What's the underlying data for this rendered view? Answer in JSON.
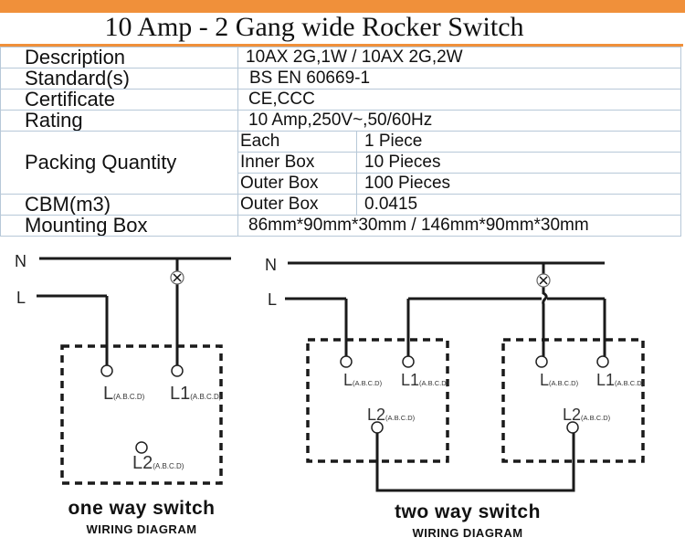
{
  "header": {
    "accent_color": "#f0903a",
    "title": "10 Amp - 2 Gang wide Rocker Switch"
  },
  "spec_table": {
    "description": {
      "label": "Description",
      "value": "10AX 2G,1W / 10AX 2G,2W"
    },
    "standards": {
      "label": "Standard(s)",
      "value": "BS EN 60669-1"
    },
    "certificate": {
      "label": "Certificate",
      "value": "CE,CCC"
    },
    "rating": {
      "label": "Rating",
      "value": "10 Amp,250V~,50/60Hz"
    },
    "packing": {
      "label": "Packing Quantity",
      "rows": [
        {
          "unit": "Each",
          "value": "1 Piece"
        },
        {
          "unit": "Inner Box",
          "value": "10 Pieces"
        },
        {
          "unit": "Outer Box",
          "value": "100 Pieces"
        }
      ]
    },
    "cbm": {
      "label": "CBM(m3)",
      "unit": "Outer Box",
      "value": "0.0415"
    },
    "mounting_box": {
      "label": "Mounting Box",
      "value": "86mm*90mm*30mm / 146mm*90mm*30mm"
    }
  },
  "diagrams": {
    "one_way": {
      "neutral_label": "N",
      "live_label": "L",
      "terminal_l": "L",
      "terminal_l1": "L1",
      "terminal_l2": "L2",
      "subscript": "(A.B.C.D)",
      "title": "one way switch",
      "subtitle": "WIRING DIAGRAM"
    },
    "two_way": {
      "neutral_label": "N",
      "live_label": "L",
      "terminal_l": "L",
      "terminal_l1": "L1",
      "terminal_l2": "L2",
      "subscript": "(A.B.C.D)",
      "title": "two way switch",
      "subtitle": "WIRING DIAGRAM"
    }
  }
}
